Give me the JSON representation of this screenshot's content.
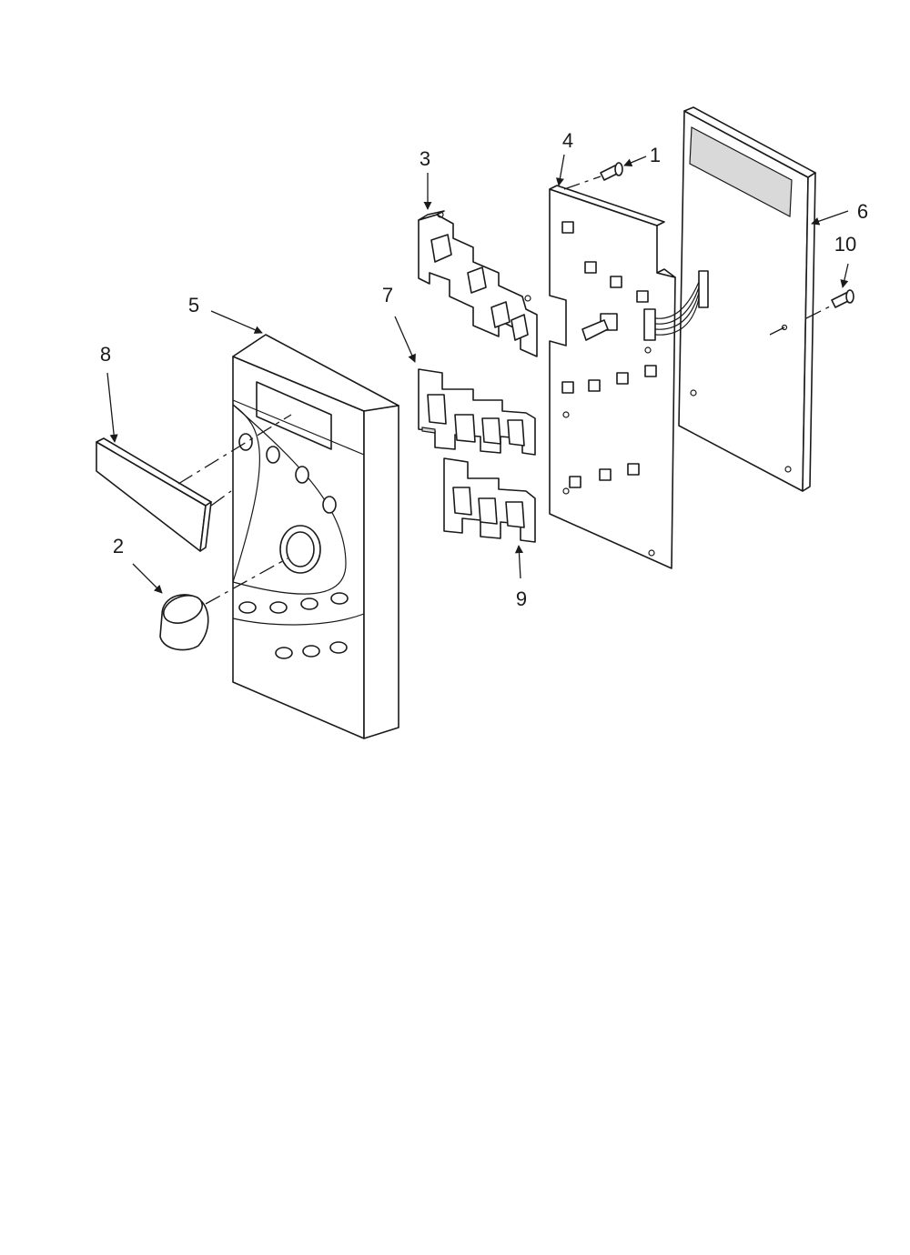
{
  "diagram": {
    "callouts": [
      {
        "id": "1",
        "label": "1"
      },
      {
        "id": "2",
        "label": "2"
      },
      {
        "id": "3",
        "label": "3"
      },
      {
        "id": "4",
        "label": "4"
      },
      {
        "id": "5",
        "label": "5"
      },
      {
        "id": "6",
        "label": "6"
      },
      {
        "id": "7",
        "label": "7"
      },
      {
        "id": "8",
        "label": "8"
      },
      {
        "id": "9",
        "label": "9"
      },
      {
        "id": "10",
        "label": "10"
      }
    ],
    "colors": {
      "line": "#1a1a1a",
      "background": "#ffffff",
      "shade": "#d9d9d9"
    }
  }
}
